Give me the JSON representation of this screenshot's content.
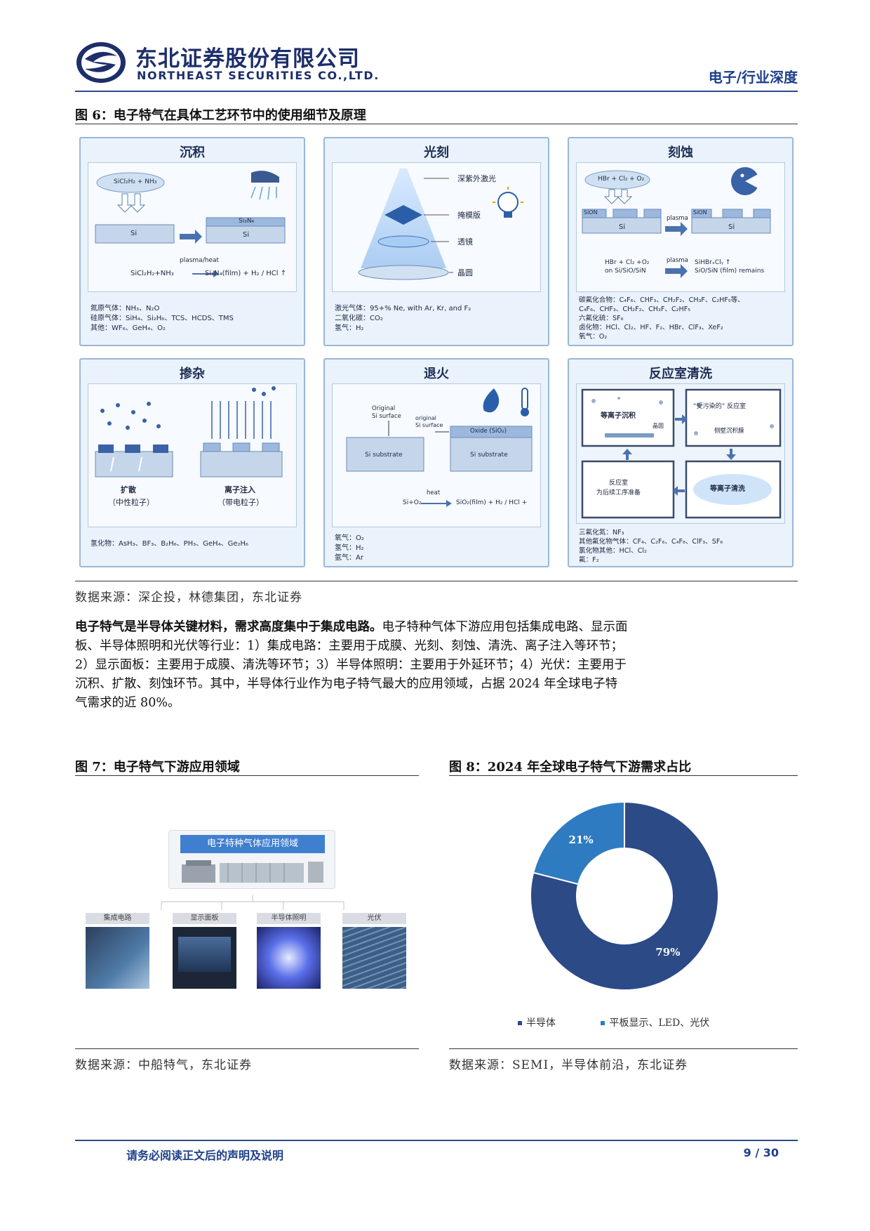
{
  "header": {
    "company_cn": "东北证券股份有限公司",
    "company_en": "NORTHEAST SECURITIES CO.,LTD.",
    "section_tag": "电子/行业深度"
  },
  "fig6": {
    "title": "图 6：电子特气在具体工艺环节中的使用细节及原理",
    "source": "数据来源：深企投，林德集团，东北证券",
    "panels": {
      "deposition": {
        "title": "沉积",
        "reactant": "SiCl₂H₂ + NH₃",
        "layer_top": "Si₃N₄",
        "substrate": "Si",
        "substrate2": "Si",
        "condition": "plasma/heat",
        "equation_left": "SiCl₂H₂+NH₃",
        "equation_right": "Si₃N₄(film) + H₂ / HCl ↑",
        "notes": [
          "氮原气体：NH₃、N₂O",
          "硅原气体：SiH₄、Si₂H₆、TCS、HCDS、TMS",
          "其他：WF₆、GeH₄、O₂"
        ]
      },
      "litho": {
        "title": "光刻",
        "labels": [
          "深紫外激光",
          "掩模版",
          "透镜",
          "晶圆"
        ],
        "notes": [
          "激光气体：95+% Ne, with Ar, Kr, and F₂",
          "二氧化碳：CO₂",
          "氢气：H₂"
        ]
      },
      "etch": {
        "title": "刻蚀",
        "reactant": "HBr + Cl₂ + O₂",
        "layer_left": "SiON",
        "layer_right": "SiON",
        "substrate": "Si",
        "substrate2": "Si",
        "plasma1": "plasma",
        "plasma2": "plasma",
        "eq_left": "HBr + Cl₂ +O₂\non Si/SiO/SiN",
        "eq_right": "SiHBrₓClᵧ ↑\nSiO/SiN (film) remains",
        "notes": [
          "碳氟化合物：C₄F₆、CHF₃、CH₂F₂、CH₃F、C₂HF₅等、",
          "C₄F₆、CHF₃、CH₂F₂、CH₃F、C₂HF₅",
          "六氟化硫：SF₆",
          "卤化物：HCl、Cl₂、HF、F₂、HBr、ClF₃、XeF₂",
          "氧气：O₂"
        ]
      },
      "doping": {
        "title": "掺杂",
        "diffusion": "扩散",
        "diffusion_sub": "（中性粒子）",
        "implant": "离子注入",
        "implant_sub": "（带电粒子）",
        "notes": [
          "氢化物：AsH₃、BF₃、B₂H₆、PH₃、GeH₄、Ge₂H₆"
        ]
      },
      "anneal": {
        "title": "退火",
        "orig1": "Original\nSi surface",
        "orig2": "original\nSi surface",
        "oxide": "Oxide (SiO₂)",
        "sub1": "Si substrate",
        "sub2": "Si substrate",
        "eq_left": "Si+O₂",
        "eq_cond": "heat",
        "eq_right": "SiO₂(film) + H₂ / HCl +",
        "notes": [
          "氧气：O₂",
          "氢气：H₂",
          "氩气：Ar"
        ]
      },
      "clean": {
        "title": "反应室清洗",
        "box1": "等离子沉积",
        "box1_sub": "晶圆",
        "box2": "“受污染的” 反应室",
        "box2_sub": "侧壁沉积膜",
        "box3": "反应室\n为后续工序准备",
        "box4": "等离子清洗",
        "notes": [
          "三氟化氮：NF₃",
          "其他氟化物气体：CF₄、C₂F₆、C₄F₈、ClF₃、SF₆",
          "氯化物其他：HCl、Cl₂",
          "氟：F₂"
        ]
      }
    }
  },
  "body": {
    "lead": "电子特气是半导体关键材料，需求高度集中于集成电路。",
    "rest": "电子特种气体下游应用包括集成电路、显示面板、半导体照明和光伏等行业：1）集成电路：主要用于成膜、光刻、刻蚀、清洗、离子注入等环节；2）显示面板：主要用于成膜、清洗等环节；3）半导体照明：主要用于外延环节；4）光伏：主要用于沉积、扩散、刻蚀环节。其中，半导体行业作为电子特气最大的应用领域，占据 2024 年全球电子特气需求的近 80%。"
  },
  "fig7": {
    "title": "图 7：电子特气下游应用领域",
    "banner": "电子特种气体应用领域",
    "categories": [
      "集成电路",
      "显示面板",
      "半导体照明",
      "光伏"
    ],
    "source": "数据来源：中船特气，东北证券"
  },
  "fig8": {
    "title": "图 8：2024 年全球电子特气下游需求占比",
    "source": "数据来源：SEMI，半导体前沿，东北证券"
  },
  "chart_data": {
    "type": "pie",
    "title": "",
    "categories": [
      "半导体",
      "平板显示、LED、光伏"
    ],
    "values": [
      79,
      21
    ],
    "labels": [
      "79%",
      "21%"
    ],
    "colors": [
      "#2c4a86",
      "#2f7bc1"
    ],
    "legend": "bottom"
  },
  "footer": {
    "disclaimer": "请务必阅读正文后的声明及说明",
    "page": "9 / 30"
  }
}
